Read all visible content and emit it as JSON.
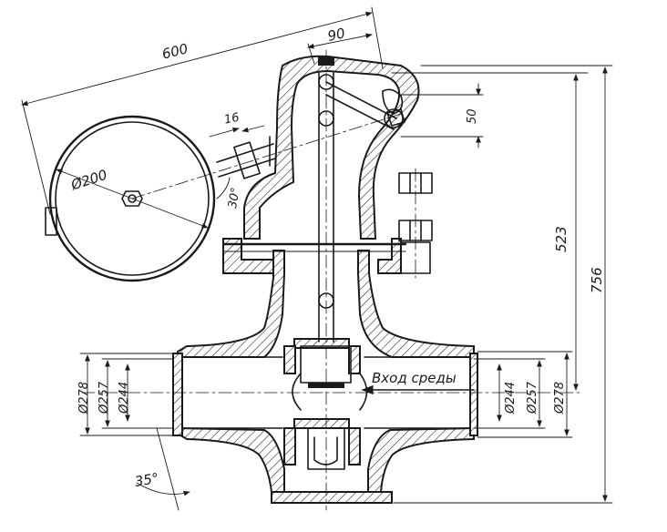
{
  "dimensions": {
    "lever_length": "600",
    "pivot_offset": "90",
    "lever_width": "16",
    "weight_diameter": "Ø200",
    "lever_angle": "30°",
    "pivot_height": "50",
    "stem_height": "523",
    "overall_height": "756",
    "left_outer_dia": "Ø278",
    "left_mid_dia": "Ø257",
    "left_inner_dia": "Ø244",
    "right_inner_dia": "Ø244",
    "right_mid_dia": "Ø257",
    "right_outer_dia": "Ø278",
    "bevel_angle": "35°"
  },
  "labels": {
    "inlet": "Вход среды"
  }
}
